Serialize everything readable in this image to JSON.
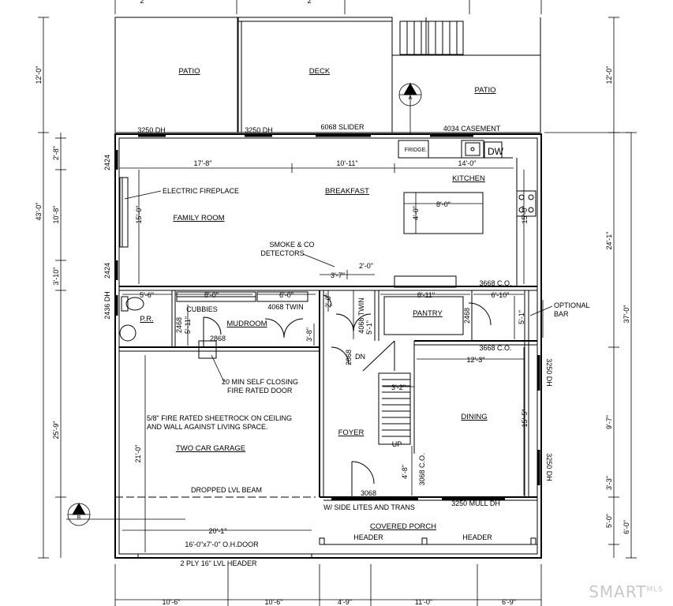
{
  "rooms": {
    "patio_left": "PATIO",
    "deck": "DECK",
    "patio_right": "PATIO",
    "breakfast": "BREAKFAST",
    "kitchen": "KITCHEN",
    "family_room": "FAMILY ROOM",
    "pantry": "PANTRY",
    "mudroom": "MUDROOM",
    "cubbies": "CUBBIES",
    "pr": "P.R.",
    "dining": "DINING",
    "foyer": "FOYER",
    "two_car_garage": "TWO CAR GARAGE",
    "covered_porch": "COVERED PORCH"
  },
  "windows_doors": {
    "w1": "3250 DH",
    "w2": "3250 DH",
    "slider": "6068 SLIDER",
    "casement": "4034 CASEMENT",
    "w2424_top": "2424",
    "w2424_bot": "2424",
    "w2436": "2436 DH",
    "d2468_pr": "2468",
    "d2868": "2868",
    "d4068_twin": "4068 TWIN",
    "d4068_twin_v": "4068 TWIN",
    "d2468_pantry": "2468",
    "co_top": "3668 C.O.",
    "co_dining": "3668 C.O.",
    "d2668": "2668",
    "dh_dining_1": "3250 DH",
    "dh_dining_2": "3250 DH",
    "co_3068": "3068 C.O.",
    "d3068": "3068",
    "mull": "3250 MULL DH",
    "oh_door": "16'-0\"x7'-0\" O.H.DOOR"
  },
  "notes": {
    "fireplace": "ELECTRIC FIREPLACE",
    "smoke1": "SMOKE & CO",
    "smoke2": "DETECTORS",
    "optional1": "OPTIONAL",
    "optional2": "BAR",
    "fire_door1": "20 MIN SELF CLOSING",
    "fire_door2": "FIRE RATED DOOR",
    "sheetrock1": "5/8\" FIRE RATED SHEETROCK ON CEILING",
    "sheetrock2": "AND WALL AGAINST LIVING SPACE.",
    "lvl_beam": "DROPPED LVL BEAM",
    "side_lites": "W/ SIDE LITES AND TRANS",
    "header1": "HEADER",
    "header2": "HEADER",
    "lvl_header": "2 PLY 16\" LVL HEADER",
    "fridge": "FRIDGE.",
    "dw": "DW",
    "dn": "DN",
    "up": "UP",
    "tag_a": "A",
    "tag_b": "B",
    "top_num_left": "2",
    "top_num_mid": "2"
  },
  "dims": {
    "d17_8": "17'-8\"",
    "d10_11": "10'-11\"",
    "d14_0": "14'-0\"",
    "d8_0_island": "8'-0\"",
    "d4_0_island": "4'-0\"",
    "d15_0_fam": "15'-0\"",
    "d15_0_kit": "15'-0\"",
    "d3_7": "3'-7\"",
    "d2_0": "2'-0\"",
    "d5_6": "5'-6\"",
    "d8_0_cub": "8'-0\"",
    "d6_0": "6'-0\"",
    "d2_0_v": "2'-0\"",
    "d8_11": "8'-11\"",
    "d6_10": "6'-10\"",
    "d5_11": "5'-11\"",
    "d3_8": "3'-8\"",
    "d5_1_pantry": "5'-1\"",
    "d5_1_bar": "5'-1\"",
    "d12_3": "12'-3\"",
    "d3_2": "3'-2\"",
    "d15_5": "15'-5\"",
    "d21_0": "21'-0\"",
    "d4_8": "4'-8\"",
    "d20_1": "20'-1\"",
    "l12_0": "12'-0\"",
    "l2_8": "2'-8\"",
    "l10_8": "10'-8\"",
    "l3_10": "3'-10\"",
    "l43_0": "43'-0\"",
    "l25_9": "25'-9\"",
    "r12_0": "12'-0\"",
    "r24_1": "24'-1\"",
    "r37_0": "37'-0\"",
    "r9_7": "9'-7\"",
    "r3_3": "3'-3\"",
    "r5_0": "5'-0\"",
    "r6_0": "6'-0\"",
    "b10_6a": "10'-6\"",
    "b10_6b": "10'-6\"",
    "b4_9": "4'-9\"",
    "b11_0": "11'-0\"",
    "b6_9": "6'-9\""
  },
  "watermark": {
    "main": "SMART",
    "small": "MLS"
  }
}
